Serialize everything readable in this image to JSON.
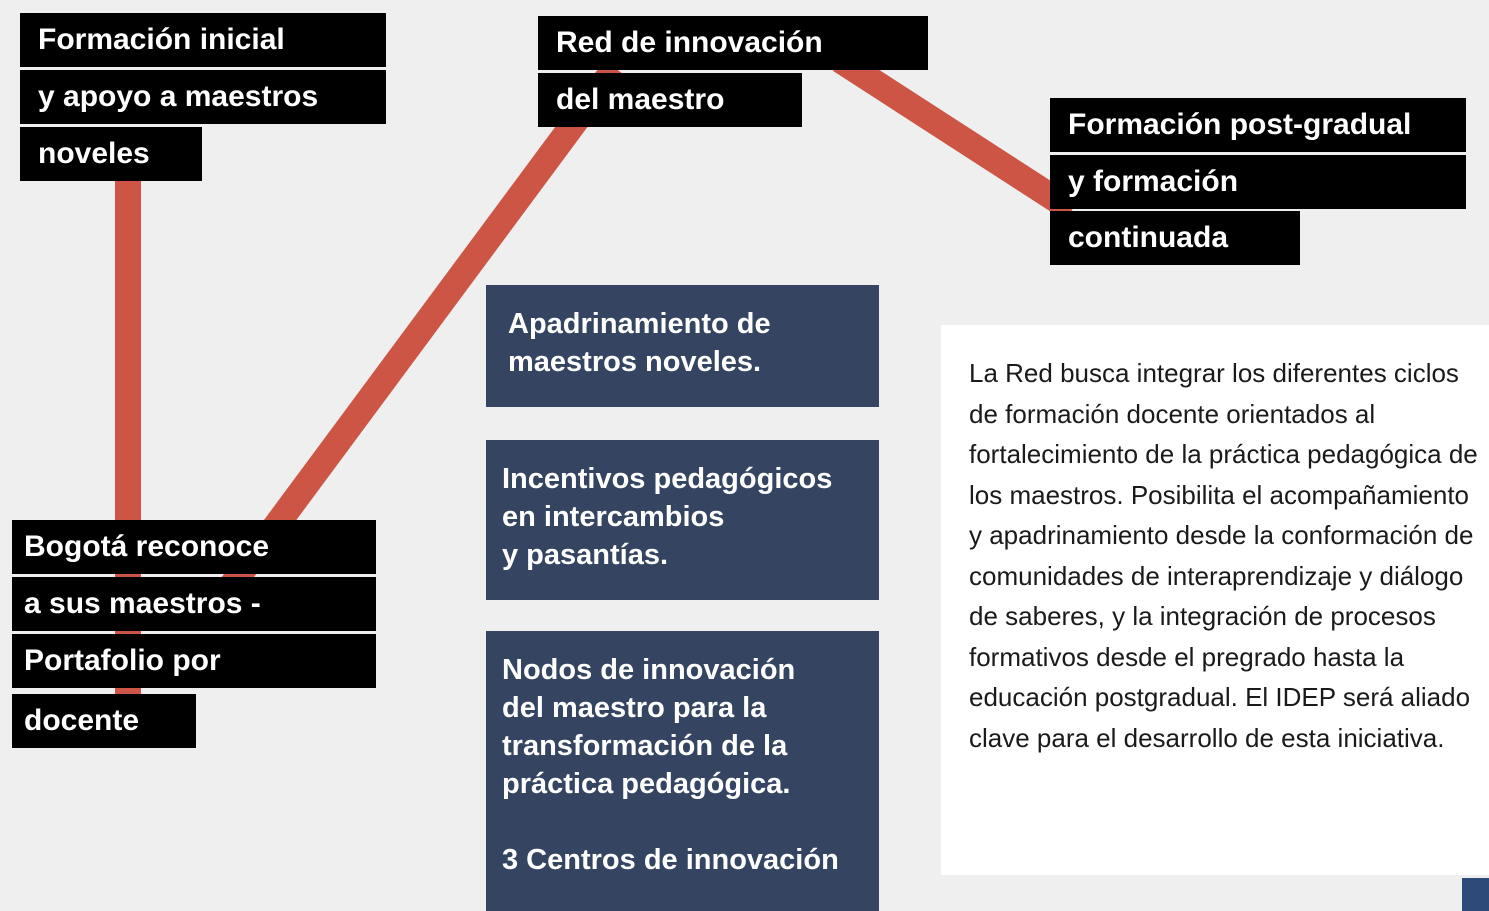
{
  "nodes": {
    "formacion_inicial": [
      "Formación inicial",
      "y apoyo a maestros",
      "noveles"
    ],
    "red_innovacion": [
      "Red de innovación",
      "del maestro"
    ],
    "formacion_postgradual": [
      "Formación post-gradual",
      "y formación",
      "continuada"
    ],
    "bogota_reconoce": [
      "Bogotá reconoce",
      "a sus maestros -",
      "Portafolio por",
      "docente"
    ]
  },
  "boxes": {
    "apadrinamiento": "Apadrinamiento de\nmaestros noveles.",
    "incentivos": "Incentivos pedagógicos\nen intercambios\ny pasantías.",
    "nodos": "Nodos de innovación\ndel maestro para la\ntransformación de la\npráctica pedagógica.\n\n3 Centros de innovación"
  },
  "description": "La Red busca integrar los diferentes ciclos de formación docente orientados al fortalecimiento de la práctica pedagógica de los maestros. Posibilita el acompañamiento y apadrinamiento desde la conformación de comunidades de interaprendizaje y diálogo de saberes, y la integración de procesos formativos desde el pregrado hasta la educación postgradual. El IDEP será aliado clave para el desarrollo de esta iniciativa.",
  "colors": {
    "connector": "#cc5545",
    "label_bg": "#000000",
    "box_bg": "#354461",
    "page_bg": "#efefef"
  }
}
